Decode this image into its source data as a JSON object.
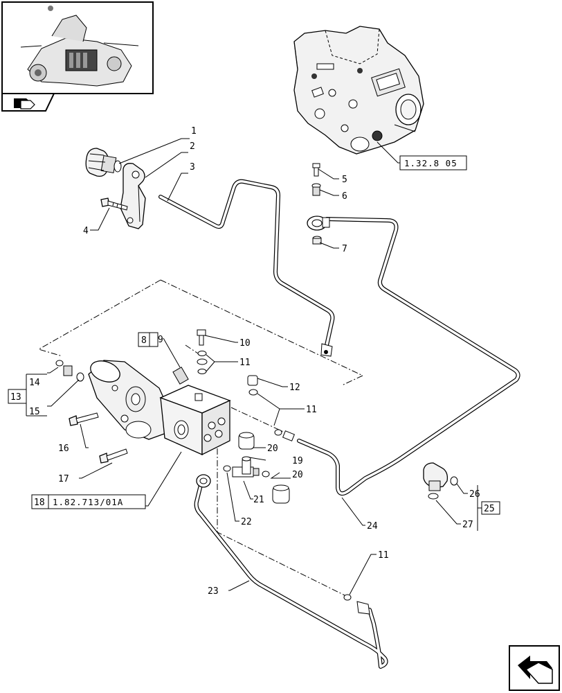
{
  "callouts": [
    {
      "id": "c1",
      "text": "1"
    },
    {
      "id": "c2",
      "text": "2"
    },
    {
      "id": "c3",
      "text": "3"
    },
    {
      "id": "c4",
      "text": "4"
    },
    {
      "id": "c5",
      "text": "5"
    },
    {
      "id": "c6",
      "text": "6"
    },
    {
      "id": "c7",
      "text": "7"
    },
    {
      "id": "c9",
      "text": "9"
    },
    {
      "id": "c10",
      "text": "10"
    },
    {
      "id": "c11a",
      "text": "11"
    },
    {
      "id": "c12",
      "text": "12"
    },
    {
      "id": "c11b",
      "text": "11"
    },
    {
      "id": "c16",
      "text": "16"
    },
    {
      "id": "c17",
      "text": "17"
    },
    {
      "id": "c20a",
      "text": "20"
    },
    {
      "id": "c19",
      "text": "19"
    },
    {
      "id": "c20b",
      "text": "20"
    },
    {
      "id": "c21",
      "text": "21"
    },
    {
      "id": "c22",
      "text": "22"
    },
    {
      "id": "c24",
      "text": "24"
    },
    {
      "id": "c26",
      "text": "26"
    },
    {
      "id": "c27",
      "text": "27"
    },
    {
      "id": "c11c",
      "text": "11"
    },
    {
      "id": "c23",
      "text": "23"
    }
  ],
  "boxed_labels": {
    "box8": "8",
    "box13": "13",
    "box14": "14",
    "box15": "15",
    "box18": "18",
    "box25": "25"
  },
  "references": {
    "ref_upper": "1.32.8 05",
    "ref_lower": "1.82.713/01A"
  },
  "icons": {
    "thumbnail": "tractor-transmission-thumbnail",
    "thumb_tab": "book-arrow-icon",
    "nav": "next-page-arrow-icon"
  }
}
